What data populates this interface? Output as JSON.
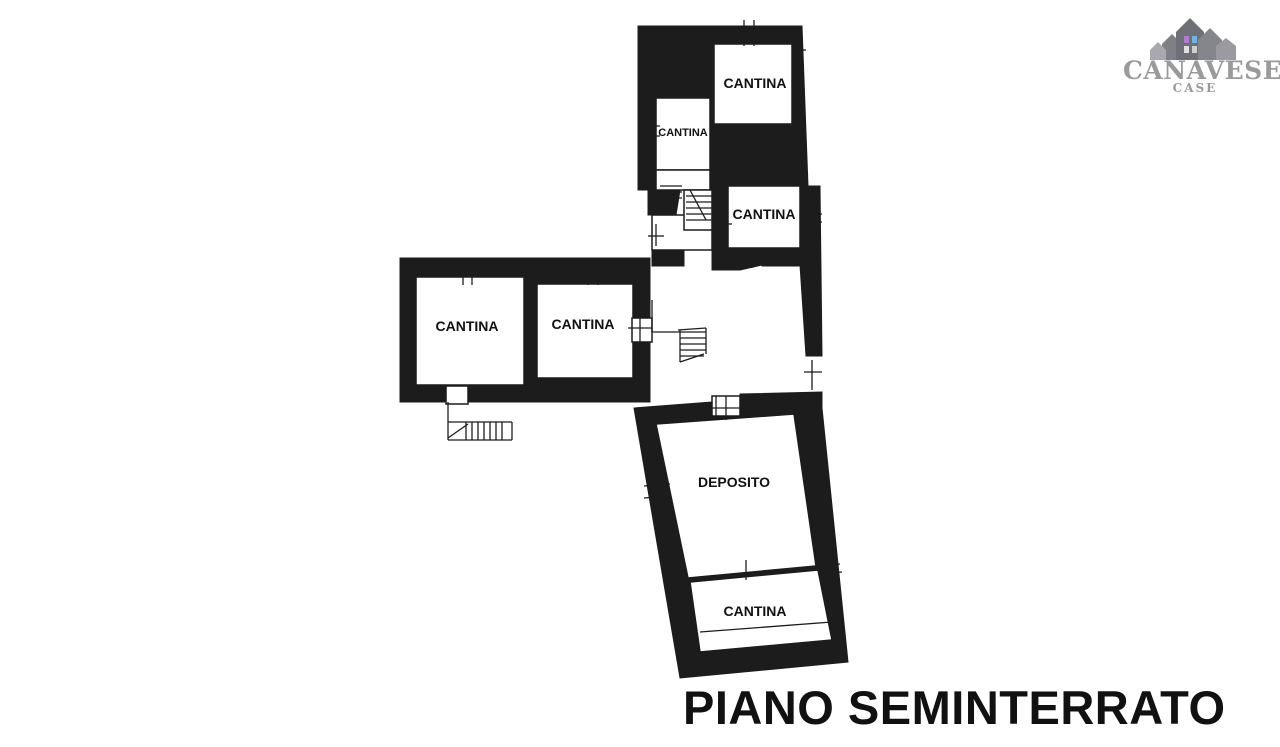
{
  "plan": {
    "title": "PIANO SEMINTERRATO",
    "rooms": [
      "CANTINA",
      "CANTINA",
      "CANTINA",
      "CANTINA",
      "CANTINA",
      "DEPOSITO",
      "CANTINA"
    ]
  },
  "logo": {
    "name": "CANAVESE",
    "sub": "CASE",
    "icon": "houses-icon"
  }
}
